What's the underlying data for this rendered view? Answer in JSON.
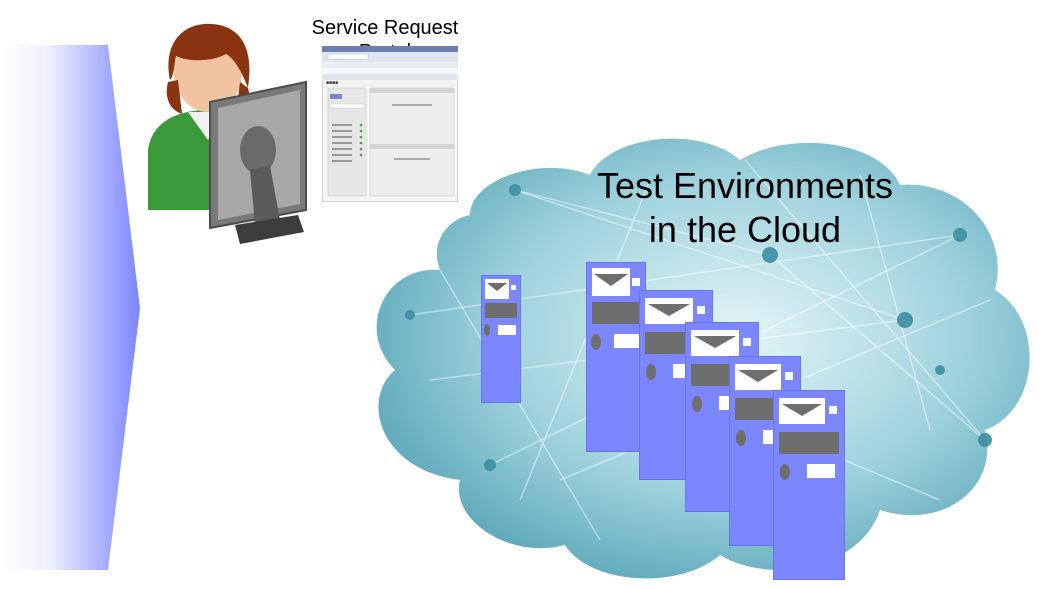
{
  "diagram": {
    "portal_label_line1": "Service Request",
    "portal_label_line2": "Portal",
    "cloud_title_line1": "Test Environments",
    "cloud_title_line2": "in the Cloud"
  },
  "colors": {
    "arrow_gradient_start": "#ffffff",
    "arrow_gradient_end": "#7b86ff",
    "server_body": "#7b86ff",
    "server_panel": "#6e6e6e",
    "cloud_light": "#d6f0f5",
    "cloud_dark": "#4f9fb2",
    "person_shirt": "#3a9a3a",
    "person_hair": "#8a3310"
  },
  "icons": [
    "user-at-computer-icon",
    "portal-window-icon",
    "server-icon",
    "cloud-network-icon",
    "process-arrow-icon"
  ]
}
